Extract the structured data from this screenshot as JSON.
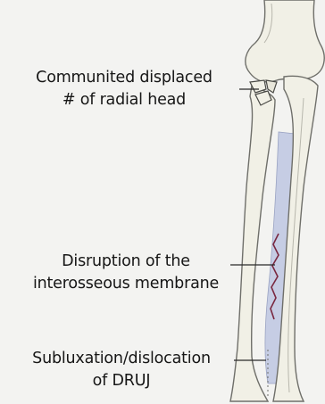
{
  "diagram": {
    "labels": {
      "radial_head": [
        "Communited displaced",
        "# of radial head"
      ],
      "membrane": [
        "Disruption of the",
        "interosseous membrane"
      ],
      "druj": [
        "Subluxation/dislocation",
        "of DRUJ"
      ]
    },
    "colors": {
      "background": "#f3f3f1",
      "bone_fill": "#f1f0e6",
      "bone_outline": "#6f6f6a",
      "membrane_fill": "#c6cde4",
      "tear_line": "#7a2840",
      "leader_line": "#2a2a2a"
    }
  }
}
